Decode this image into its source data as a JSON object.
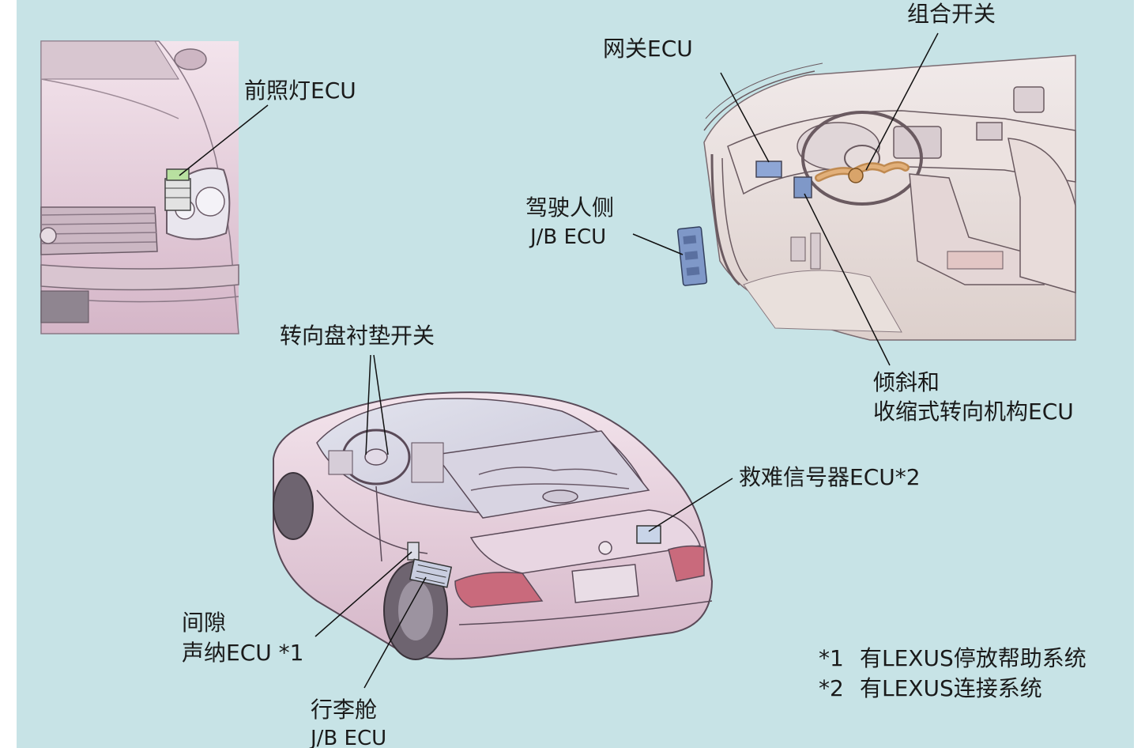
{
  "labels": {
    "headlight_ecu": "前照灯ECU",
    "gateway_ecu": "网关ECU",
    "combination_switch": "组合开关",
    "driver_jb_line1": "驾驶人侧",
    "driver_jb_line2": "J/B ECU",
    "tilt_line1": "倾斜和",
    "tilt_line2": "收缩式转向机构ECU",
    "steering_pad": "转向盘衬垫开关",
    "distress_ecu": "救难信号器ECU*2",
    "sonar_line1": "间隙",
    "sonar_line2": "声纳ECU *1",
    "luggage_line1": "行李舱",
    "luggage_line2": "J/B ECU"
  },
  "notes": [
    {
      "mark": "*1",
      "text": "有LEXUS停放帮助系统"
    },
    {
      "mark": "*2",
      "text": "有LEXUS连接系统"
    }
  ],
  "colors": {
    "background": "#c7e3e6",
    "car_body": "#e6cfdc",
    "interior": "#e8dcd8",
    "ecu_blue": "#7f98c8",
    "harness": "#d9a46a",
    "headlight_ecu_green": "#b8e0a0"
  }
}
